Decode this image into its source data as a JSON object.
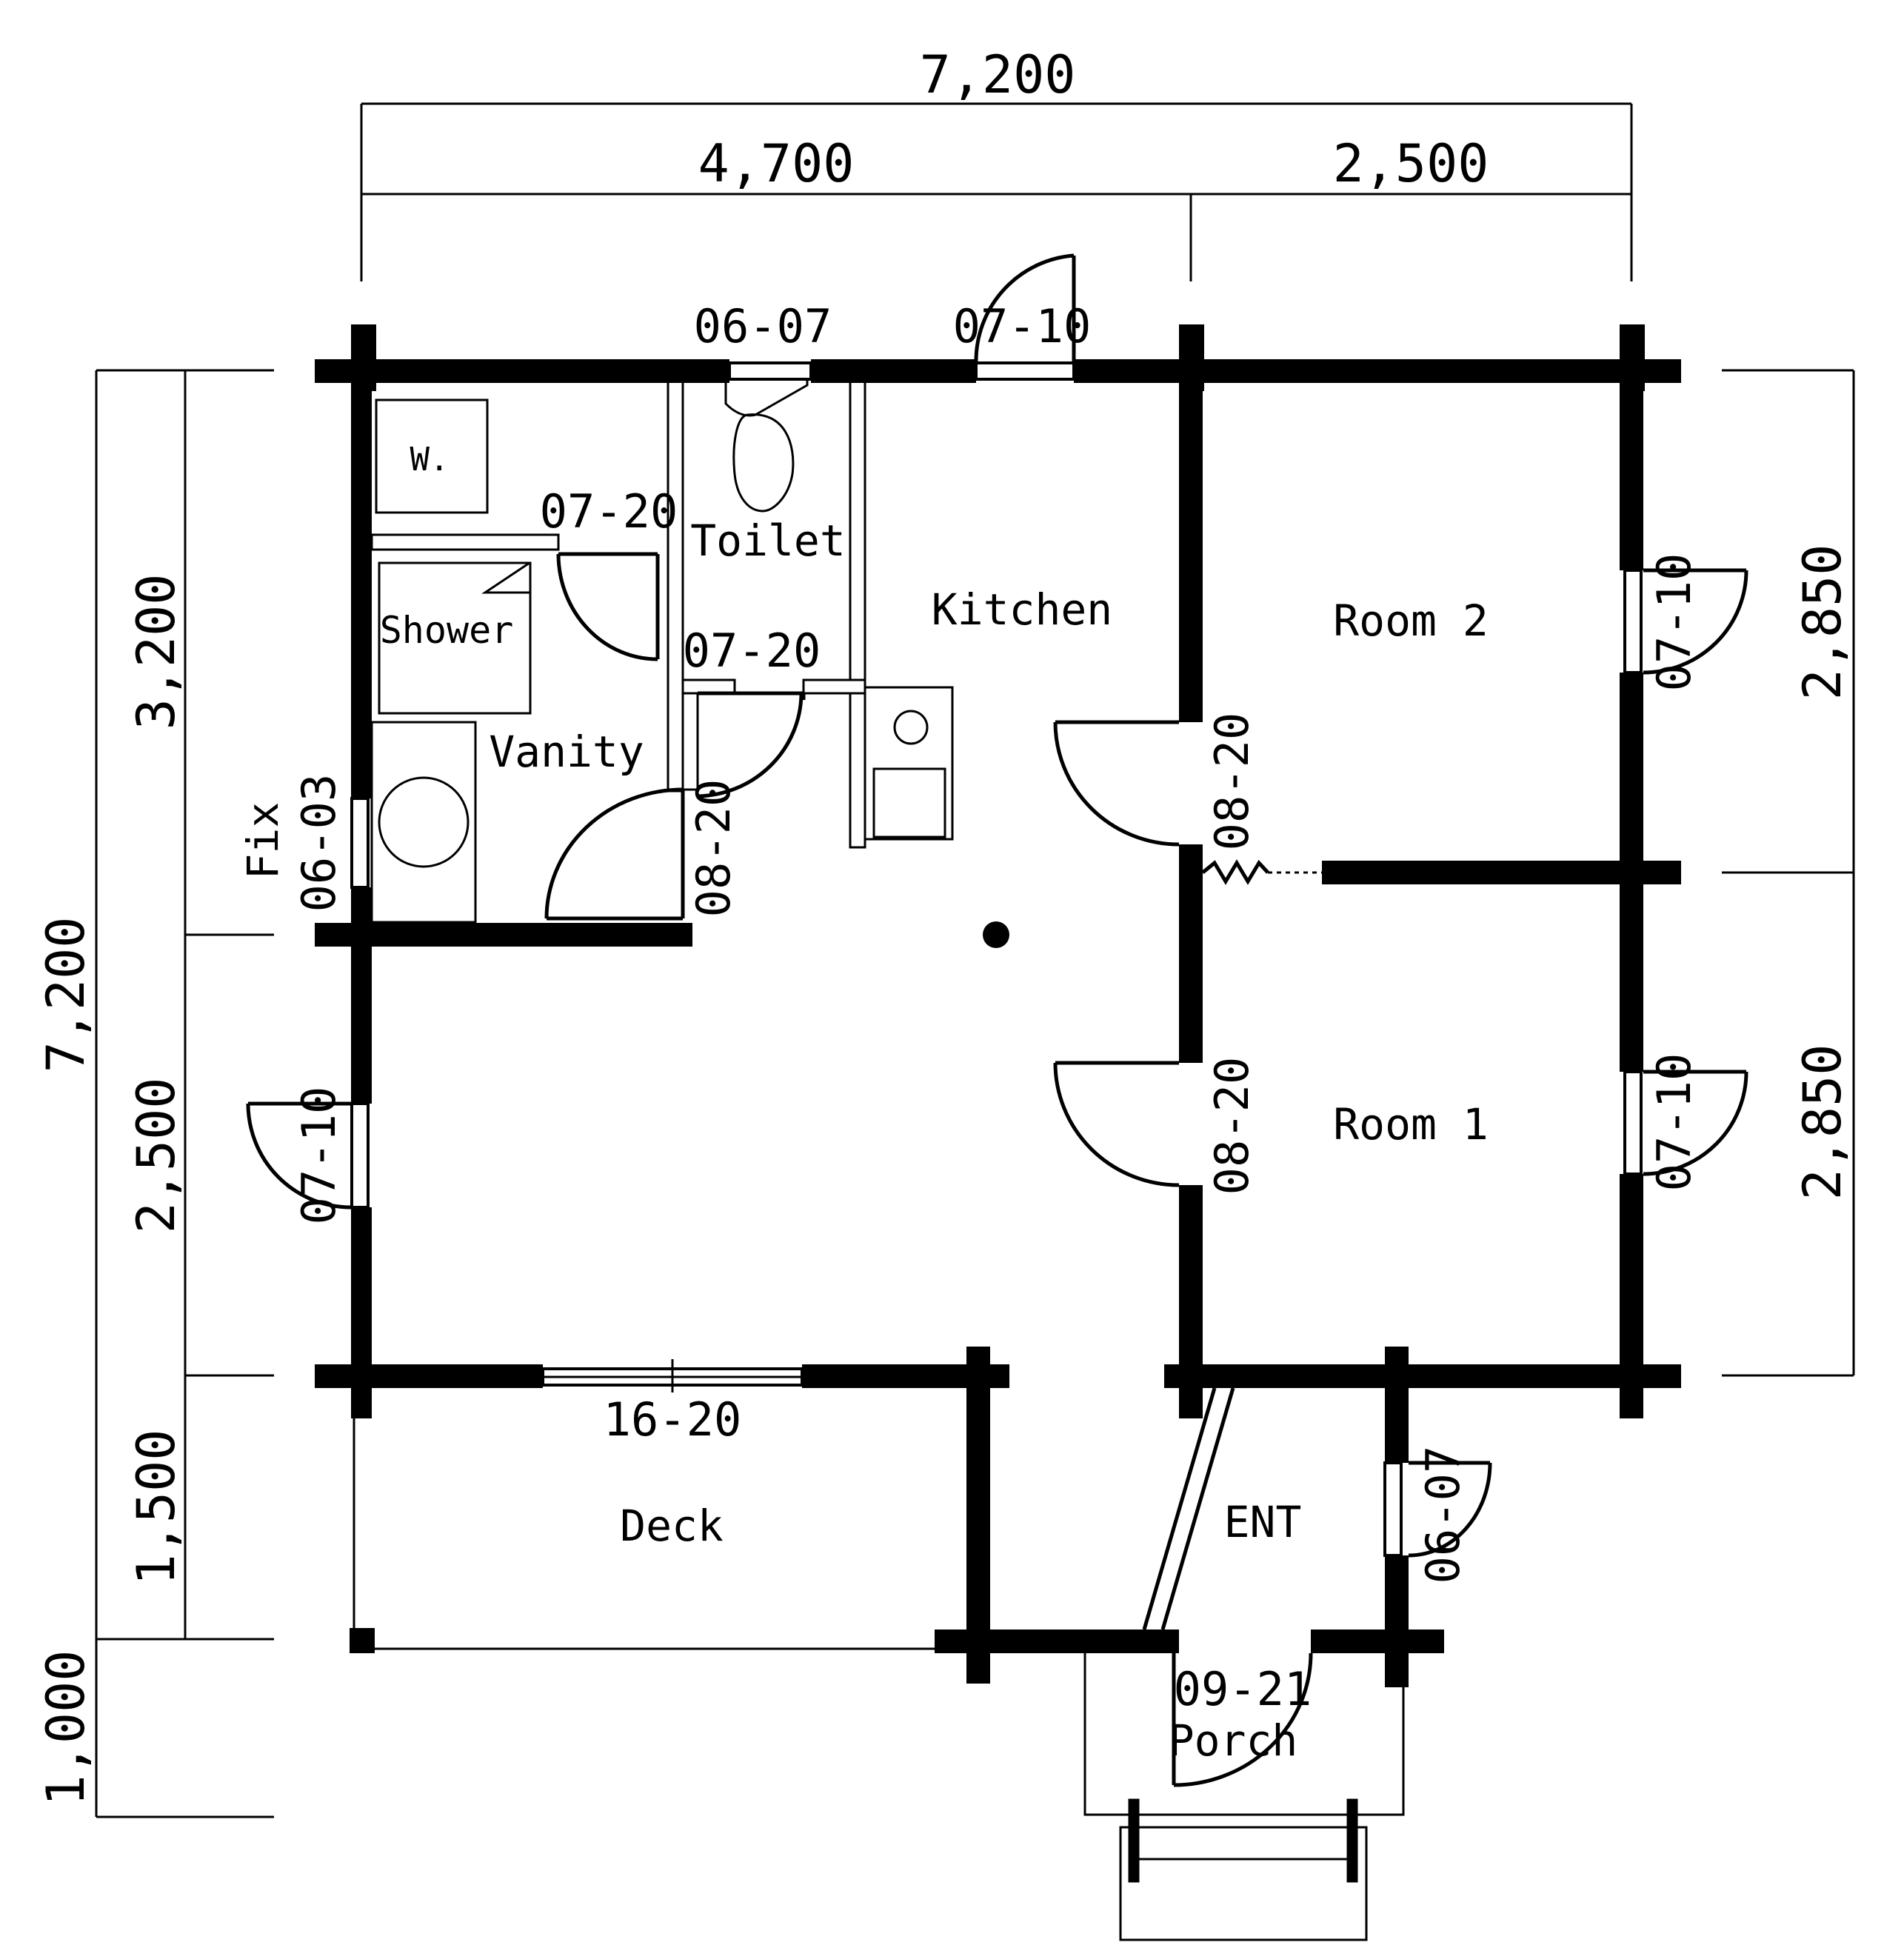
{
  "dimensions": {
    "top_total": "7,200",
    "top_left": "4,700",
    "top_right": "2,500",
    "left_total": "7,200",
    "left_upper": "3,200",
    "left_middle": "2,500",
    "left_lower": "1,500",
    "left_porch": "1,000",
    "right_upper": "2,850",
    "right_lower": "2,850"
  },
  "rooms": {
    "washer": "W.",
    "toilet": "Toilet",
    "shower": "Shower",
    "vanity": "Vanity",
    "kitchen": "Kitchen",
    "room2": "Room 2",
    "room1": "Room 1",
    "deck": "Deck",
    "entrance": "ENT",
    "porch": "Porch",
    "fix": "Fix"
  },
  "openings": {
    "toilet_window": "06-07",
    "kitchen_door_top": "07-10",
    "shower_door": "07-20",
    "toilet_door": "07-20",
    "vanity_door": "08-20",
    "room2_door": "08-20",
    "room1_door": "08-20",
    "room2_window": "07-10",
    "room1_window": "07-10",
    "fix_window": "06-03",
    "living_window_left": "07-10",
    "deck_slider": "16-20",
    "ent_window": "06-07",
    "front_door": "09-21"
  }
}
